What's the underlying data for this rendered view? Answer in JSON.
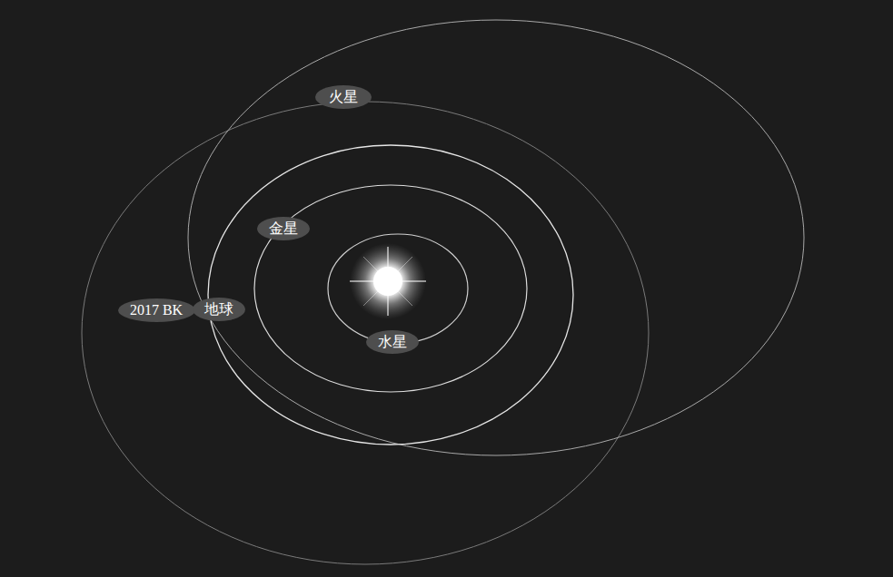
{
  "diagram": {
    "nodes": [
      {
        "text": [
          "火星"
        ]
      },
      {
        "text": [
          "金星"
        ]
      },
      {
        "text": [
          "2017 BK"
        ]
      },
      {
        "text": [
          "地球"
        ]
      },
      {
        "text": [
          "水星"
        ]
      }
    ]
  }
}
